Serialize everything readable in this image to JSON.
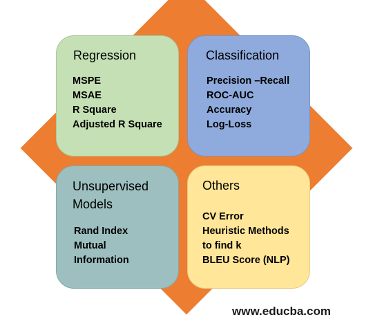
{
  "quadrants": {
    "regression": {
      "title": "Regression",
      "items": [
        "MSPE",
        "MSAE",
        "R Square",
        "Adjusted R Square"
      ]
    },
    "classification": {
      "title": "Classification",
      "items": [
        "Precision –Recall",
        "ROC-AUC",
        "Accuracy",
        "Log-Loss"
      ]
    },
    "unsupervised": {
      "title": "Unsupervised Models",
      "items": [
        "Rand Index",
        "Mutual",
        "Information"
      ]
    },
    "others": {
      "title": "Others",
      "items": [
        "CV Error",
        "Heuristic Methods",
        "to find k",
        "BLEU Score (NLP)"
      ]
    }
  },
  "website": "www.educba.com",
  "colors": {
    "diamond": "#ed7d31",
    "regression": "#c5e0b4",
    "classification": "#8faadc",
    "unsupervised": "#9dbfbf",
    "others": "#ffe699"
  }
}
